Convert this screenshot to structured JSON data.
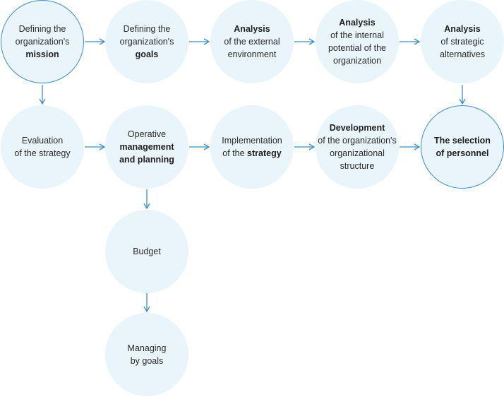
{
  "nodes": {
    "mission": {
      "lines": [
        [
          {
            "t": "Defining the"
          }
        ],
        [
          {
            "t": "organization's"
          }
        ],
        [
          {
            "t": "mission",
            "b": true
          }
        ]
      ]
    },
    "goals": {
      "lines": [
        [
          {
            "t": "Defining the"
          }
        ],
        [
          {
            "t": "organization's"
          }
        ],
        [
          {
            "t": "goals",
            "b": true
          }
        ]
      ]
    },
    "external": {
      "lines": [
        [
          {
            "t": "Analysis",
            "b": true
          }
        ],
        [
          {
            "t": "of the external"
          }
        ],
        [
          {
            "t": "environment"
          }
        ]
      ]
    },
    "internal": {
      "lines": [
        [
          {
            "t": "Analysis",
            "b": true
          }
        ],
        [
          {
            "t": "of the internal"
          }
        ],
        [
          {
            "t": "potential of the"
          }
        ],
        [
          {
            "t": "organization"
          }
        ]
      ]
    },
    "alternatives": {
      "lines": [
        [
          {
            "t": "Analysis",
            "b": true
          }
        ],
        [
          {
            "t": "of strategic"
          }
        ],
        [
          {
            "t": "alternatives"
          }
        ]
      ]
    },
    "evaluation": {
      "lines": [
        [
          {
            "t": "Evaluation"
          }
        ],
        [
          {
            "t": "of the strategy"
          }
        ]
      ]
    },
    "operative": {
      "lines": [
        [
          {
            "t": "Operative"
          }
        ],
        [
          {
            "t": "management",
            "b": true
          }
        ],
        [
          {
            "t": "and planning",
            "b": true
          }
        ]
      ]
    },
    "implementation": {
      "lines": [
        [
          {
            "t": "Implementation"
          }
        ],
        [
          {
            "t": "of the "
          },
          {
            "t": "strategy",
            "b": true
          }
        ]
      ]
    },
    "development": {
      "lines": [
        [
          {
            "t": "Development",
            "b": true
          }
        ],
        [
          {
            "t": "of the organization's"
          }
        ],
        [
          {
            "t": "organizational"
          }
        ],
        [
          {
            "t": "structure"
          }
        ]
      ]
    },
    "personnel": {
      "lines": [
        [
          {
            "t": "The selection",
            "b": true
          }
        ],
        [
          {
            "t": "of personnel",
            "b": true
          }
        ]
      ]
    },
    "budget": {
      "lines": [
        [
          {
            "t": "Budget"
          }
        ]
      ]
    },
    "mbo": {
      "lines": [
        [
          {
            "t": "Managing"
          }
        ],
        [
          {
            "t": "by goals"
          }
        ]
      ]
    }
  },
  "colors": {
    "circle_fill": "#eaf4fb",
    "accent": "#3a8fc8",
    "text": "#2b2b2b"
  }
}
